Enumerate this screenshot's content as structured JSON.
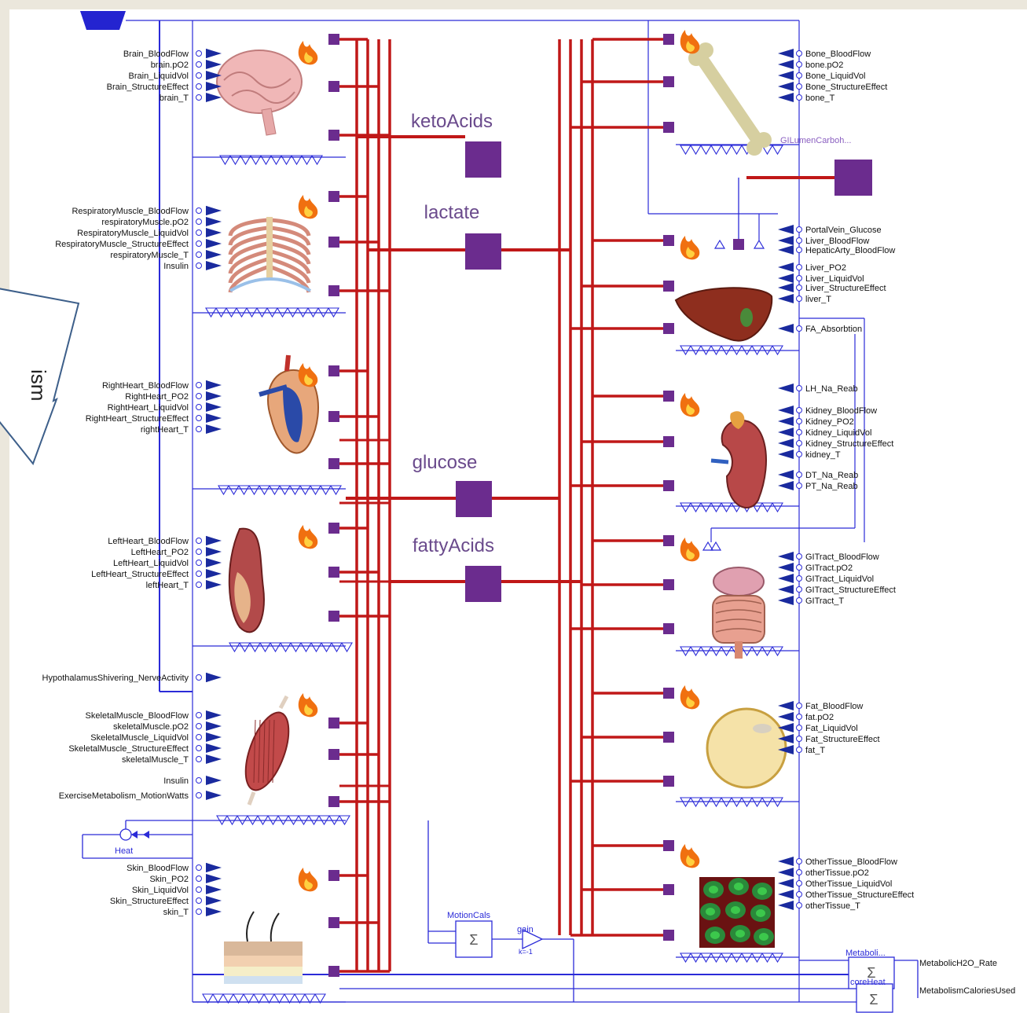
{
  "buses": [
    {
      "key": "ketoAcids",
      "label": "ketoAcids"
    },
    {
      "key": "lactate",
      "label": "lactate"
    },
    {
      "key": "glucose",
      "label": "glucose"
    },
    {
      "key": "fattyAcids",
      "label": "fattyAcids"
    }
  ],
  "left_tissues": [
    {
      "name": "brain",
      "labels": [
        "Brain_BloodFlow",
        "brain.pO2",
        "Brain_LiquidVol",
        "Brain_StructureEffect",
        "brain_T"
      ]
    },
    {
      "name": "respiratory-muscle",
      "labels": [
        "RespiratoryMuscle_BloodFlow",
        "respiratoryMuscle.pO2",
        "RespiratoryMuscle_LiquidVol",
        "RespiratoryMuscle_StructureEffect",
        "respiratoryMuscle_T",
        "Insulin"
      ]
    },
    {
      "name": "right-heart",
      "labels": [
        "RightHeart_BloodFlow",
        "RightHeart_PO2",
        "RightHeart_LiquidVol",
        "RightHeart_StructureEffect",
        "rightHeart_T"
      ]
    },
    {
      "name": "left-heart",
      "labels": [
        "LeftHeart_BloodFlow",
        "LeftHeart_PO2",
        "LeftHeart_LiquidVol",
        "LeftHeart_StructureEffect",
        "leftHeart_T"
      ]
    },
    {
      "name": "skeletal-muscle",
      "labels": [
        "HypothalamusShivering_NerveActivity",
        "SkeletalMuscle_BloodFlow",
        "skeletalMuscle.pO2",
        "SkeletalMuscle_LiquidVol",
        "SkeletalMuscle_StructureEffect",
        "skeletalMuscle_T",
        "Insulin",
        "ExerciseMetabolism_MotionWatts"
      ]
    },
    {
      "name": "skin",
      "labels": [
        "Skin_BloodFlow",
        "Skin_PO2",
        "Skin_LiquidVol",
        "Skin_StructureEffect",
        "skin_T"
      ]
    }
  ],
  "right_tissues": [
    {
      "name": "bone",
      "labels": [
        "Bone_BloodFlow",
        "bone.pO2",
        "Bone_LiquidVol",
        "Bone_StructureEffect",
        "bone_T"
      ]
    },
    {
      "name": "liver",
      "labels": [
        "PortalVein_Glucose",
        "Liver_BloodFlow",
        "HepaticArty_BloodFlow",
        "Liver_PO2",
        "Liver_LiquidVol",
        "Liver_StructureEffect",
        "liver_T",
        "FA_Absorbtion"
      ]
    },
    {
      "name": "kidney",
      "labels": [
        "LH_Na_Reab",
        "Kidney_BloodFlow",
        "Kidney_PO2",
        "Kidney_LiquidVol",
        "Kidney_StructureEffect",
        "kidney_T",
        "DT_Na_Reab",
        "PT_Na_Reab"
      ]
    },
    {
      "name": "gi-tract",
      "labels": [
        "GITract_BloodFlow",
        "GITract.pO2",
        "GITract_LiquidVol",
        "GITract_StructureEffect",
        "GITract_T"
      ]
    },
    {
      "name": "fat",
      "labels": [
        "Fat_BloodFlow",
        "fat.pO2",
        "Fat_LiquidVol",
        "Fat_StructureEffect",
        "fat_T"
      ]
    },
    {
      "name": "other-tissue",
      "labels": [
        "OtherTissue_BloodFlow",
        "otherTissue.pO2",
        "OtherTissue_LiquidVol",
        "OtherTissue_StructureEffect",
        "otherTissue_T"
      ]
    }
  ],
  "misc": {
    "heat": "Heat",
    "gilumen": "GILumenCarboh...",
    "motioncals": "MotionCals",
    "gain": "gain",
    "gain_k": "k=-1",
    "metaboli": "Metaboli...",
    "coreheat": "coreHeat",
    "metabolic_h2o": "MetabolicH2O_Rate",
    "metabolism_cal": "MetabolismCaloriesUsed",
    "callout_text": "ism"
  },
  "colors": {
    "wire": "#c01818",
    "signal": "#2b2bd8",
    "port": "#6b2c8e",
    "fire": "#f07010"
  }
}
